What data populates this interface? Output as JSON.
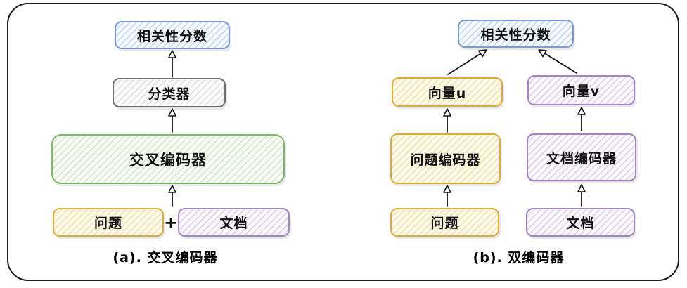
{
  "colors": {
    "frame_border": "#1c1c1c",
    "blue_border": "#7d9bd2",
    "blue_hatch": "#c9daf0",
    "gray_border": "#6f6f6f",
    "gray_hatch": "#e3e3e3",
    "green_border": "#7fb968",
    "green_hatch": "#d8e9cf",
    "yellow_border": "#ddab3a",
    "yellow_hatch": "#f4e4ae",
    "purple_border": "#a284bf",
    "purple_hatch": "#e0d3ea",
    "arrow": "#111111"
  },
  "diagram_a": {
    "caption": "(a). 交叉编码器",
    "score": "相关性分数",
    "classifier": "分类器",
    "cross_encoder": "交叉编码器",
    "question": "问题",
    "plus": "+",
    "document": "文档"
  },
  "diagram_b": {
    "caption": "(b). 双编码器",
    "score": "相关性分数",
    "vector_u": "向量u",
    "vector_v": "向量v",
    "question_encoder": "问题编码器",
    "document_encoder": "文档编码器",
    "question": "问题",
    "document": "文档"
  }
}
